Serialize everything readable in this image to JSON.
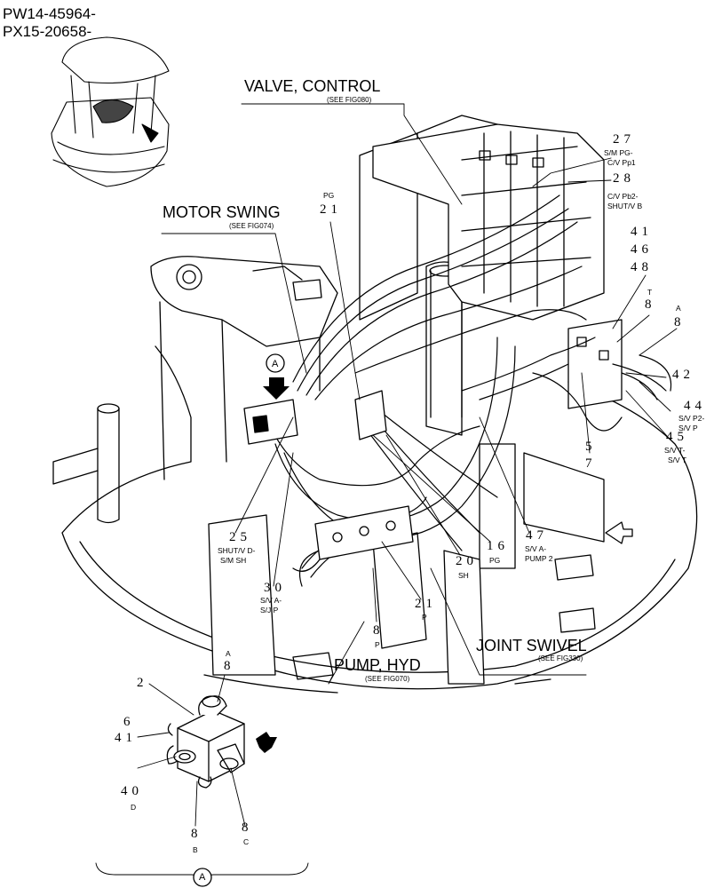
{
  "serials": {
    "line1": "PW14-45964-",
    "line2": "PX15-20658-"
  },
  "titles": {
    "valve": "VALVE, CONTROL",
    "valve_ref": "(SEE FIG080)",
    "motor": "MOTOR SWING",
    "motor_ref": "(SEE FIG074)",
    "pump": "PUMP, HYD",
    "pump_ref": "(SEE FIG070)",
    "joint": "JOINT SWIVEL",
    "joint_ref": "(SEE FIG330)"
  },
  "callouts": {
    "n27": "27",
    "t27a": "S/M PG-",
    "t27b": "C/V Pp1",
    "n28": "28",
    "t28a": "C/V Pb2-",
    "t28b": "SHUT/V B",
    "pg_top": "PG",
    "n21_top": "21",
    "n41": "41",
    "n46": "46",
    "n48": "48",
    "t_T": "T",
    "n8_T": "8",
    "t_A": "A",
    "n8_A": "8",
    "n42": "42",
    "n44": "44",
    "t44a": "S/V P2-",
    "t44b": "S/V P",
    "n45": "45",
    "t45a": "S/V T-",
    "t45b": "S/V T",
    "n5": "5",
    "n7": "7",
    "n47": "47",
    "t47a": "S/V A-",
    "t47b": "PUMP 2",
    "n16": "16",
    "t16": "PG",
    "n20": "20",
    "t20": "SH",
    "n25": "25",
    "t25a": "SHUT/V D-",
    "t25b": "S/M SH",
    "n30": "30",
    "t30a": "S/V A-",
    "t30b": "S/J P",
    "n21_low": "21",
    "t21_low": "P",
    "n8_P": "8",
    "t8_P": "P",
    "det_A": "A",
    "det_n8A": "8",
    "det_n2": "2",
    "det_n6": "6",
    "det_n41": "41",
    "det_n40": "40",
    "det_D": "D",
    "det_n8B": "8",
    "det_B": "B",
    "det_n8C": "8",
    "det_C": "C",
    "view_A": "A",
    "bottom_A": "A"
  }
}
